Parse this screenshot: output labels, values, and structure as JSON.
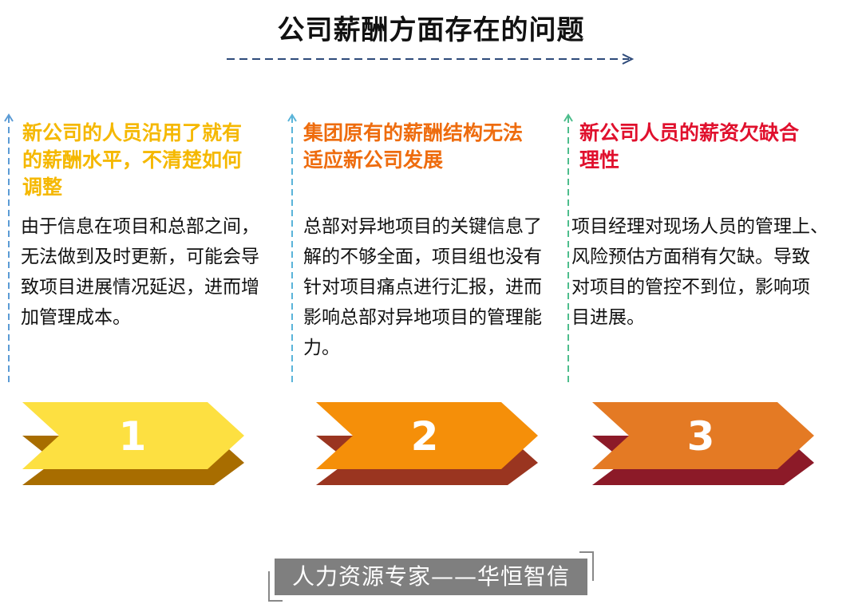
{
  "title": "公司薪酬方面存在的问题",
  "columns": [
    {
      "heading": "新公司的人员沿用了就有的薪酬水平，不清楚如何调整",
      "heading_lines": [
        "新公司的人员沿用了就有",
        "的薪酬水平，不清楚如何",
        "调整"
      ],
      "heading_color": "#f5b800",
      "body": "由于信息在项目和总部之间，无法做到及时更新，可能会导致项目进展情况延迟，进而增加管理成本。",
      "body_lines": [
        "由于信息在项目和总部之间，",
        "无法做到及时更新，可能会导",
        "致项目进展情况延迟，进而增",
        "加管理成本。"
      ],
      "line_color": "#5b9bd5",
      "number": "1",
      "chevron_color": "#fde041",
      "shadow_color": "#a86d00"
    },
    {
      "heading": "集团原有的薪酬结构无法适应新公司发展",
      "heading_lines": [
        "集团原有的薪酬结构无法",
        "适应新公司发展"
      ],
      "heading_color": "#ee6c0e",
      "body": "总部对异地项目的关键信息了解的不够全面，项目组也没有针对项目痛点进行汇报，进而影响总部对异地项目的管理能力。",
      "body_lines": [
        "总部对异地项目的关键信息了",
        "解的不够全面，项目组也没有",
        "针对项目痛点进行汇报，进而",
        "影响总部对异地项目的管理能",
        "力。"
      ],
      "line_color": "#5ab4d9",
      "number": "2",
      "chevron_color": "#f58f09",
      "shadow_color": "#9a3520"
    },
    {
      "heading": "新公司人员的薪资欠缺合理性",
      "heading_lines": [
        "新公司人员的薪资欠缺合",
        "理性"
      ],
      "heading_color": "#e0102d",
      "body": "项目经理对现场人员的管理上、风险预估方面稍有欠缺。导致对项目的管控不到位，影响项目进展。",
      "body_lines": [
        "项目经理对现场人员的管理上、",
        "风险预估方面稍有欠缺。导致",
        "对项目的管控不到位，影响项",
        "目进展。"
      ],
      "line_color": "#4dbd8c",
      "number": "3",
      "chevron_color": "#e47a24",
      "shadow_color": "#8c1a28"
    }
  ],
  "footer": "人力资源专家——华恒智信"
}
